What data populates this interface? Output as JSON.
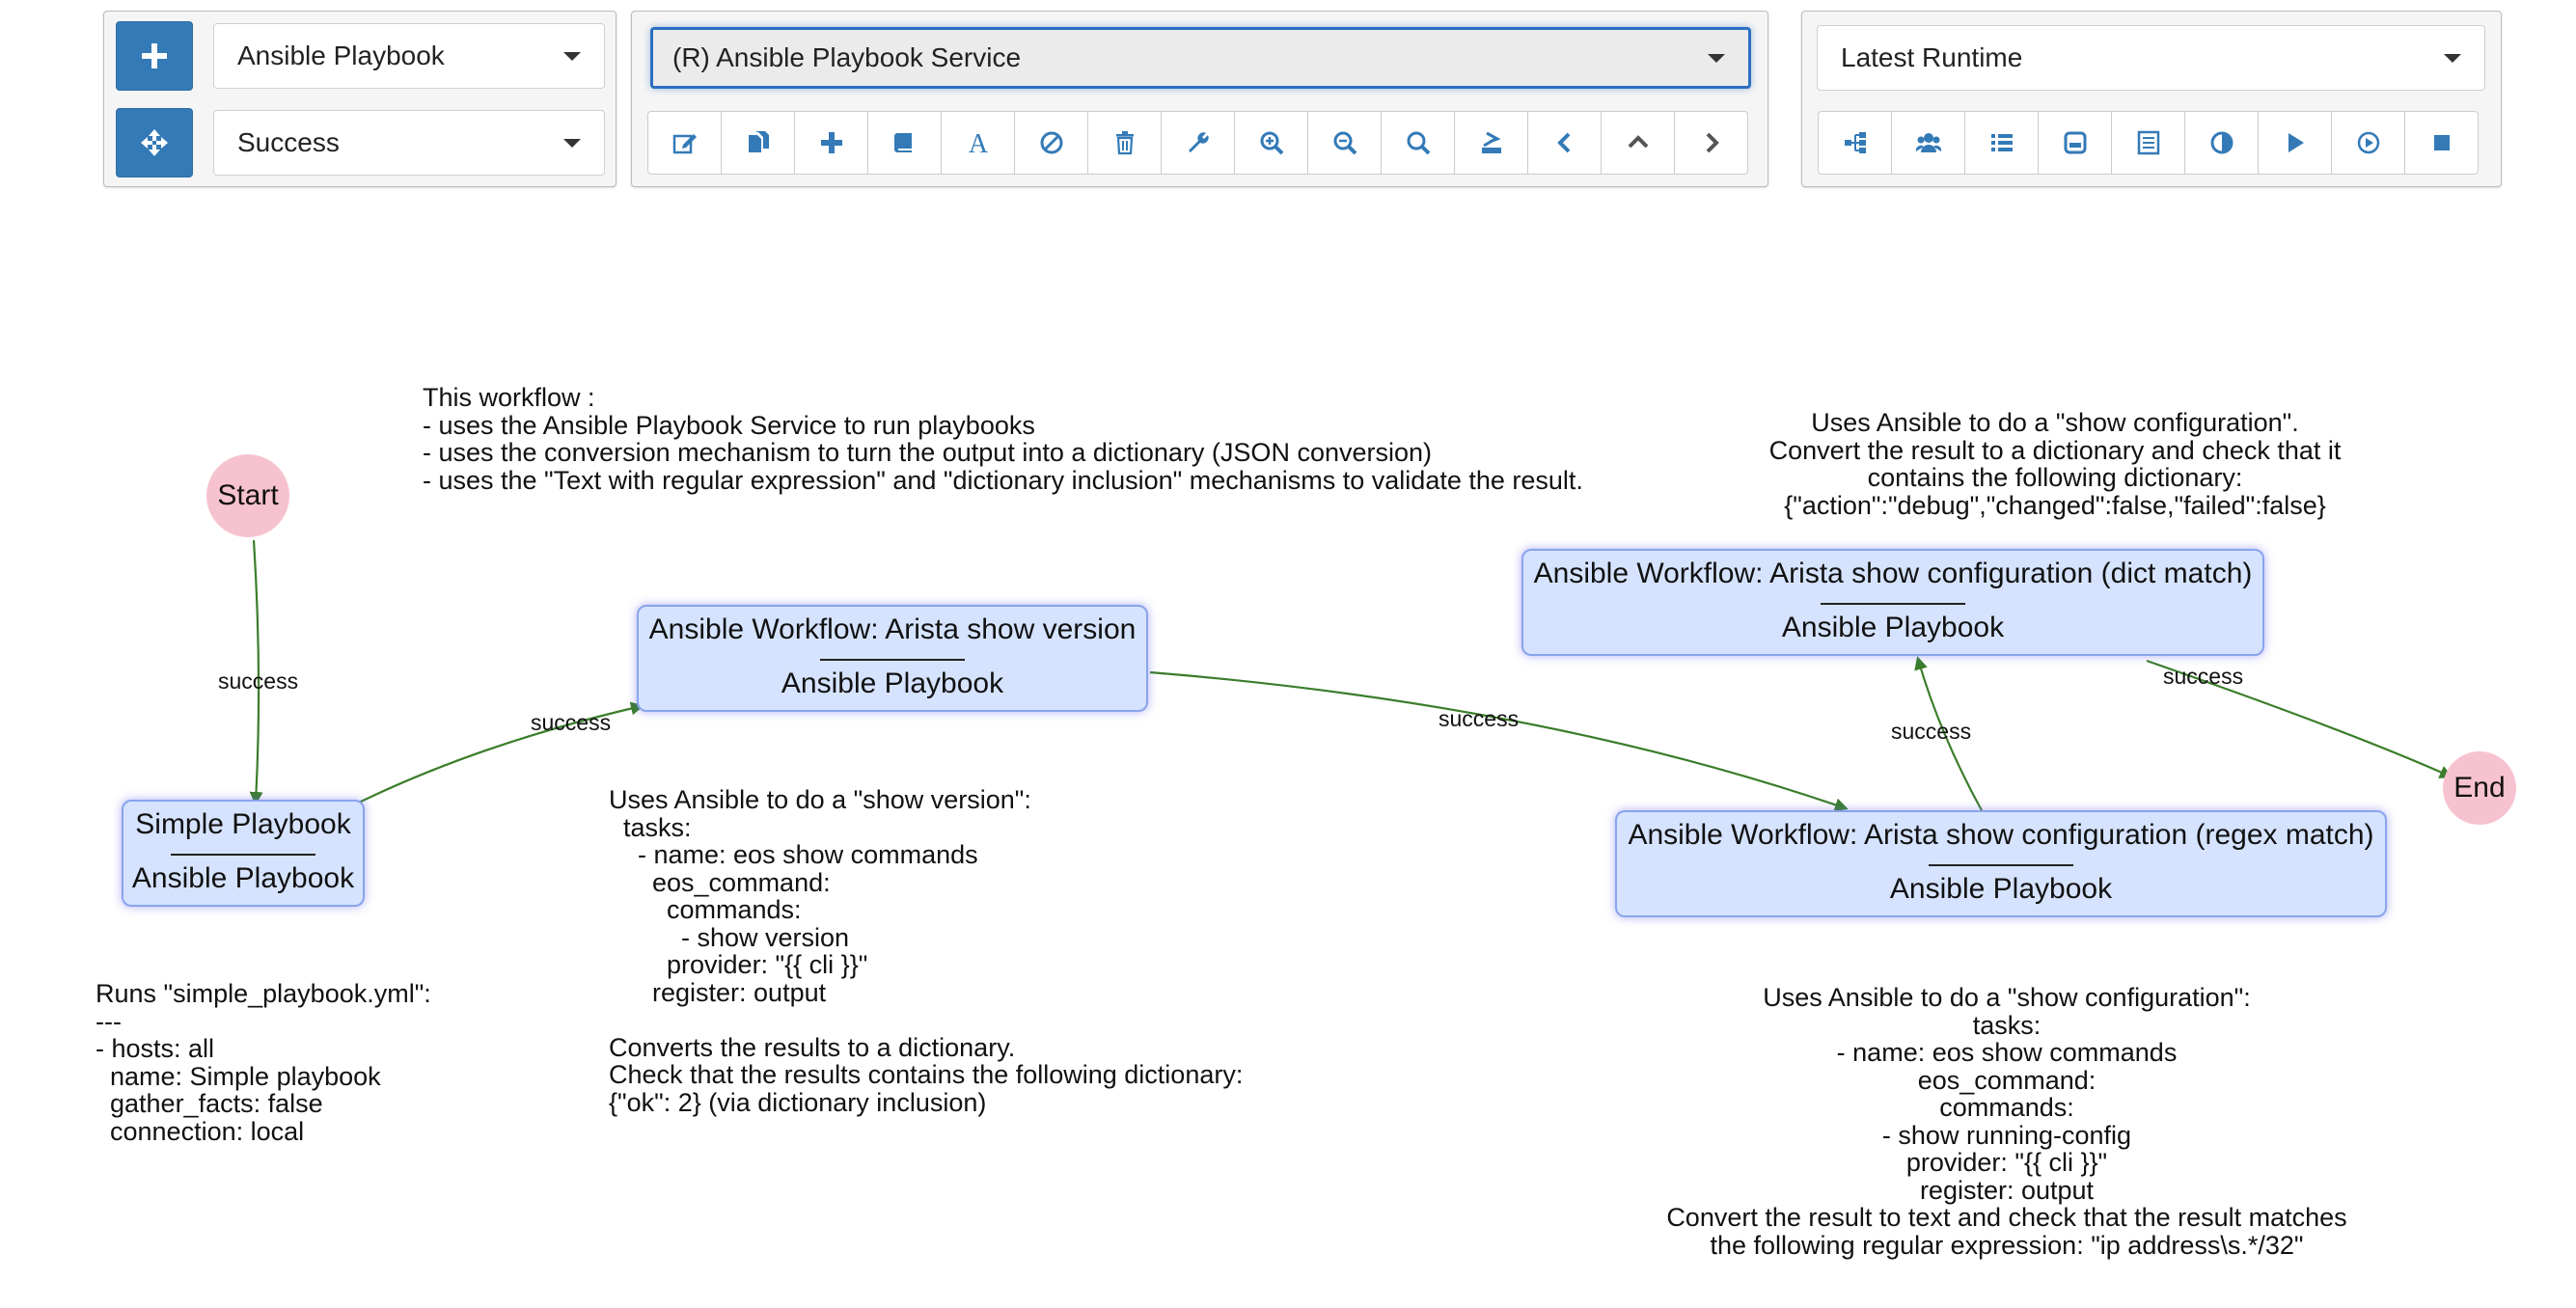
{
  "toolbar": {
    "add_button_icon": "plus-icon",
    "move_button_icon": "move-arrows-icon",
    "service_type_select": "Ansible Playbook",
    "edge_type_select": "Success",
    "workflow_select": "(R) Ansible Playbook Service",
    "runtime_select": "Latest Runtime",
    "accent_color": "#337ab7",
    "edit_buttons": [
      "edit-icon",
      "duplicate-icon",
      "add-icon",
      "book-icon",
      "text-icon",
      "skip-icon",
      "trash-icon",
      "wrench-icon",
      "zoom-in-icon",
      "zoom-out-icon",
      "search-icon",
      "save-icon",
      "back-icon",
      "up-icon",
      "forward-icon"
    ],
    "run_buttons": [
      "tree-icon",
      "users-icon",
      "list-icon",
      "hdd-icon",
      "table-list-icon",
      "contrast-icon",
      "play-icon",
      "play-circle-icon",
      "stop-icon"
    ]
  },
  "graph": {
    "edge_color": "#3a7d2a",
    "node_fill": "#d5e3ff",
    "start_end_fill": "#f7c2cf",
    "start_label": "Start",
    "end_label": "End",
    "nodes": {
      "simple": {
        "name": "Simple Playbook",
        "type": "Ansible Playbook"
      },
      "version": {
        "name": "Ansible Workflow: Arista show version",
        "type": "Ansible Playbook"
      },
      "dict": {
        "name": "Ansible Workflow: Arista show configuration (dict match)",
        "type": "Ansible Playbook"
      },
      "regex": {
        "name": "Ansible Workflow: Arista show configuration (regex match)",
        "type": "Ansible Playbook"
      }
    },
    "edges": {
      "start_simple": "success",
      "simple_version": "success",
      "version_regex": "success",
      "regex_dict": "success",
      "dict_end": "success"
    },
    "notes": {
      "workflow": "This workflow :\n- uses the Ansible Playbook Service to run playbooks\n- uses the conversion mechanism to turn the output into a dictionary (JSON conversion)\n- uses the \"Text with regular expression\" and \"dictionary inclusion\" mechanisms to validate the result.",
      "dict": "Uses Ansible to do a \"show configuration\".\nConvert the result to a dictionary and check that it\ncontains the following dictionary:\n{\"action\":\"debug\",\"changed\":false,\"failed\":false}",
      "version": "Uses Ansible to do a \"show version\":\n  tasks:\n    - name: eos show commands\n      eos_command:\n        commands:\n          - show version\n        provider: \"{{ cli }}\"\n      register: output\n\nConverts the results to a dictionary.\nCheck that the results contains the following dictionary:\n{\"ok\": 2} (via dictionary inclusion)",
      "simple": "Runs \"simple_playbook.yml\":\n---\n- hosts: all\n  name: Simple playbook\n  gather_facts: false\n  connection: local",
      "regex": "Uses Ansible to do a \"show configuration\":\ntasks:\n- name: eos show commands\neos_command:\ncommands:\n- show running-config\nprovider: \"{{ cli }}\"\nregister: output\nConvert the result to text and check that the result matches\nthe following regular expression: \"ip address\\s.*/32\""
    }
  }
}
